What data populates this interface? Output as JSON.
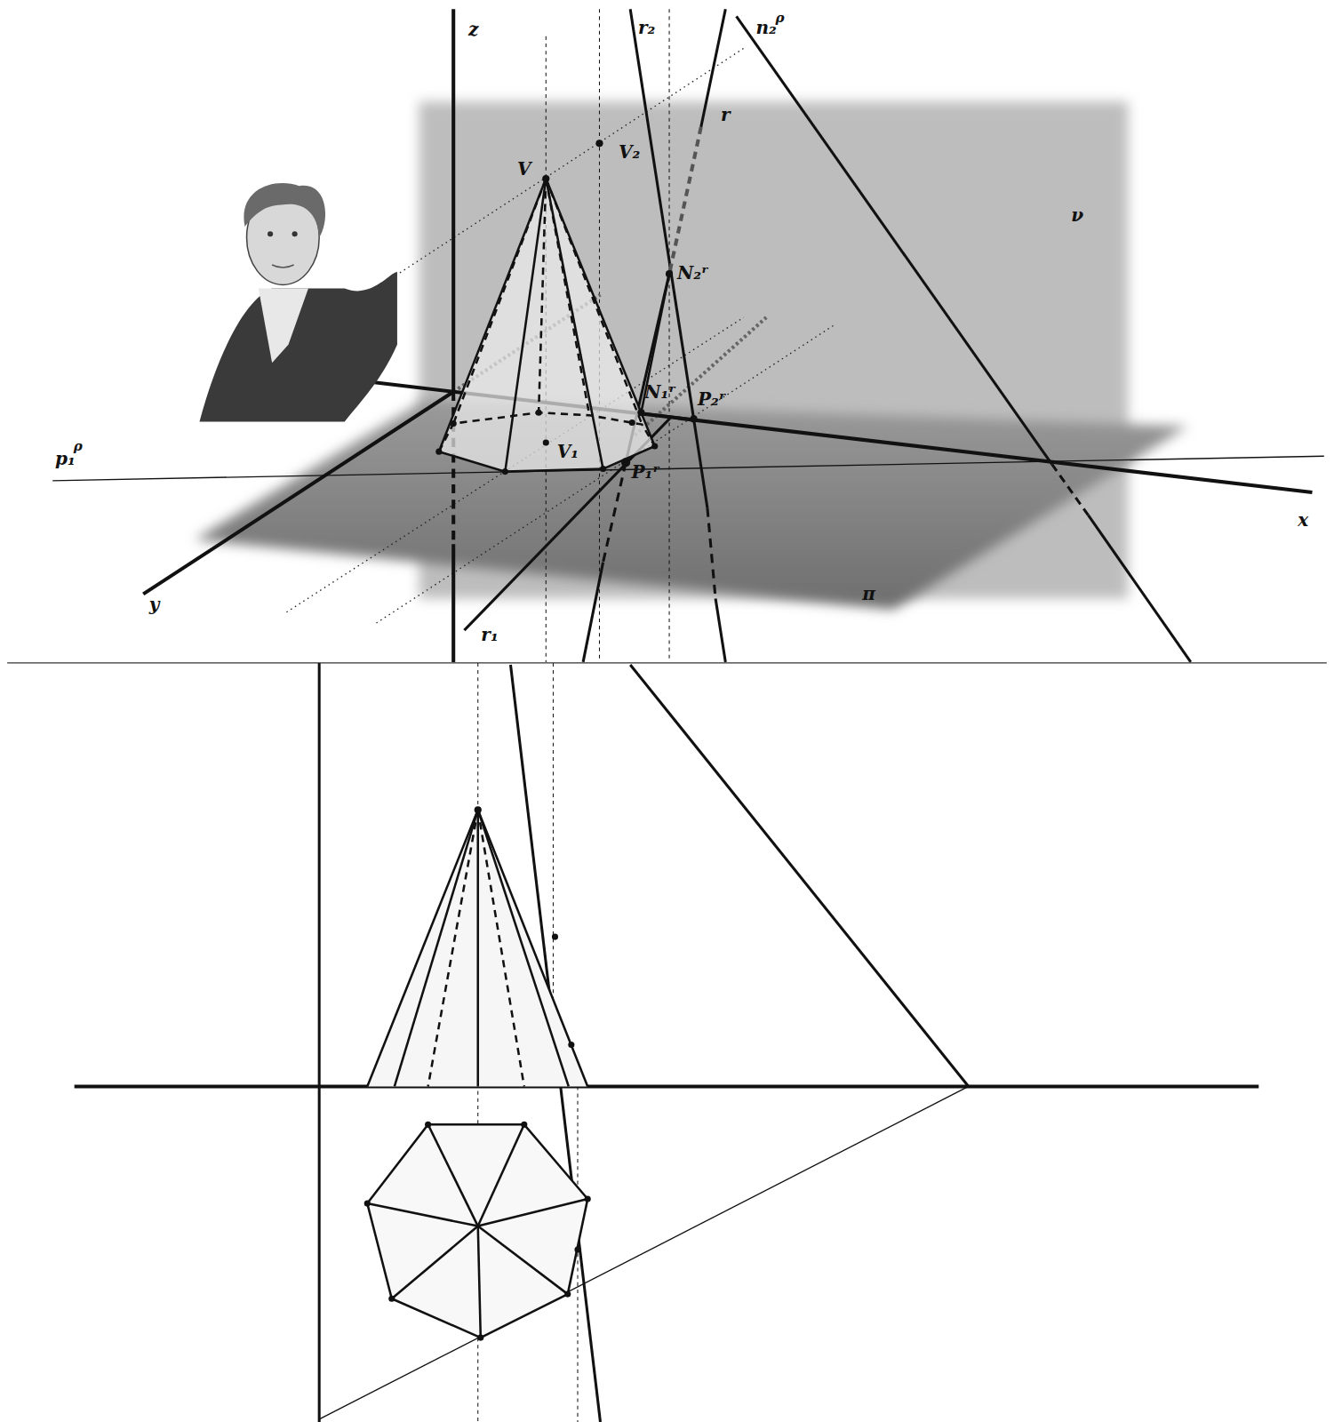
{
  "diagram": {
    "labels": [
      "z",
      "r₂",
      "n₂",
      "ρ",
      "r",
      "V₂",
      "V",
      "ν",
      "N₂ʳ",
      "N₁ʳ",
      "P₂ʳ",
      "V₁",
      "P₁ʳ",
      "p₁",
      "ρ",
      "x",
      "y",
      "π",
      "r₁"
    ]
  }
}
